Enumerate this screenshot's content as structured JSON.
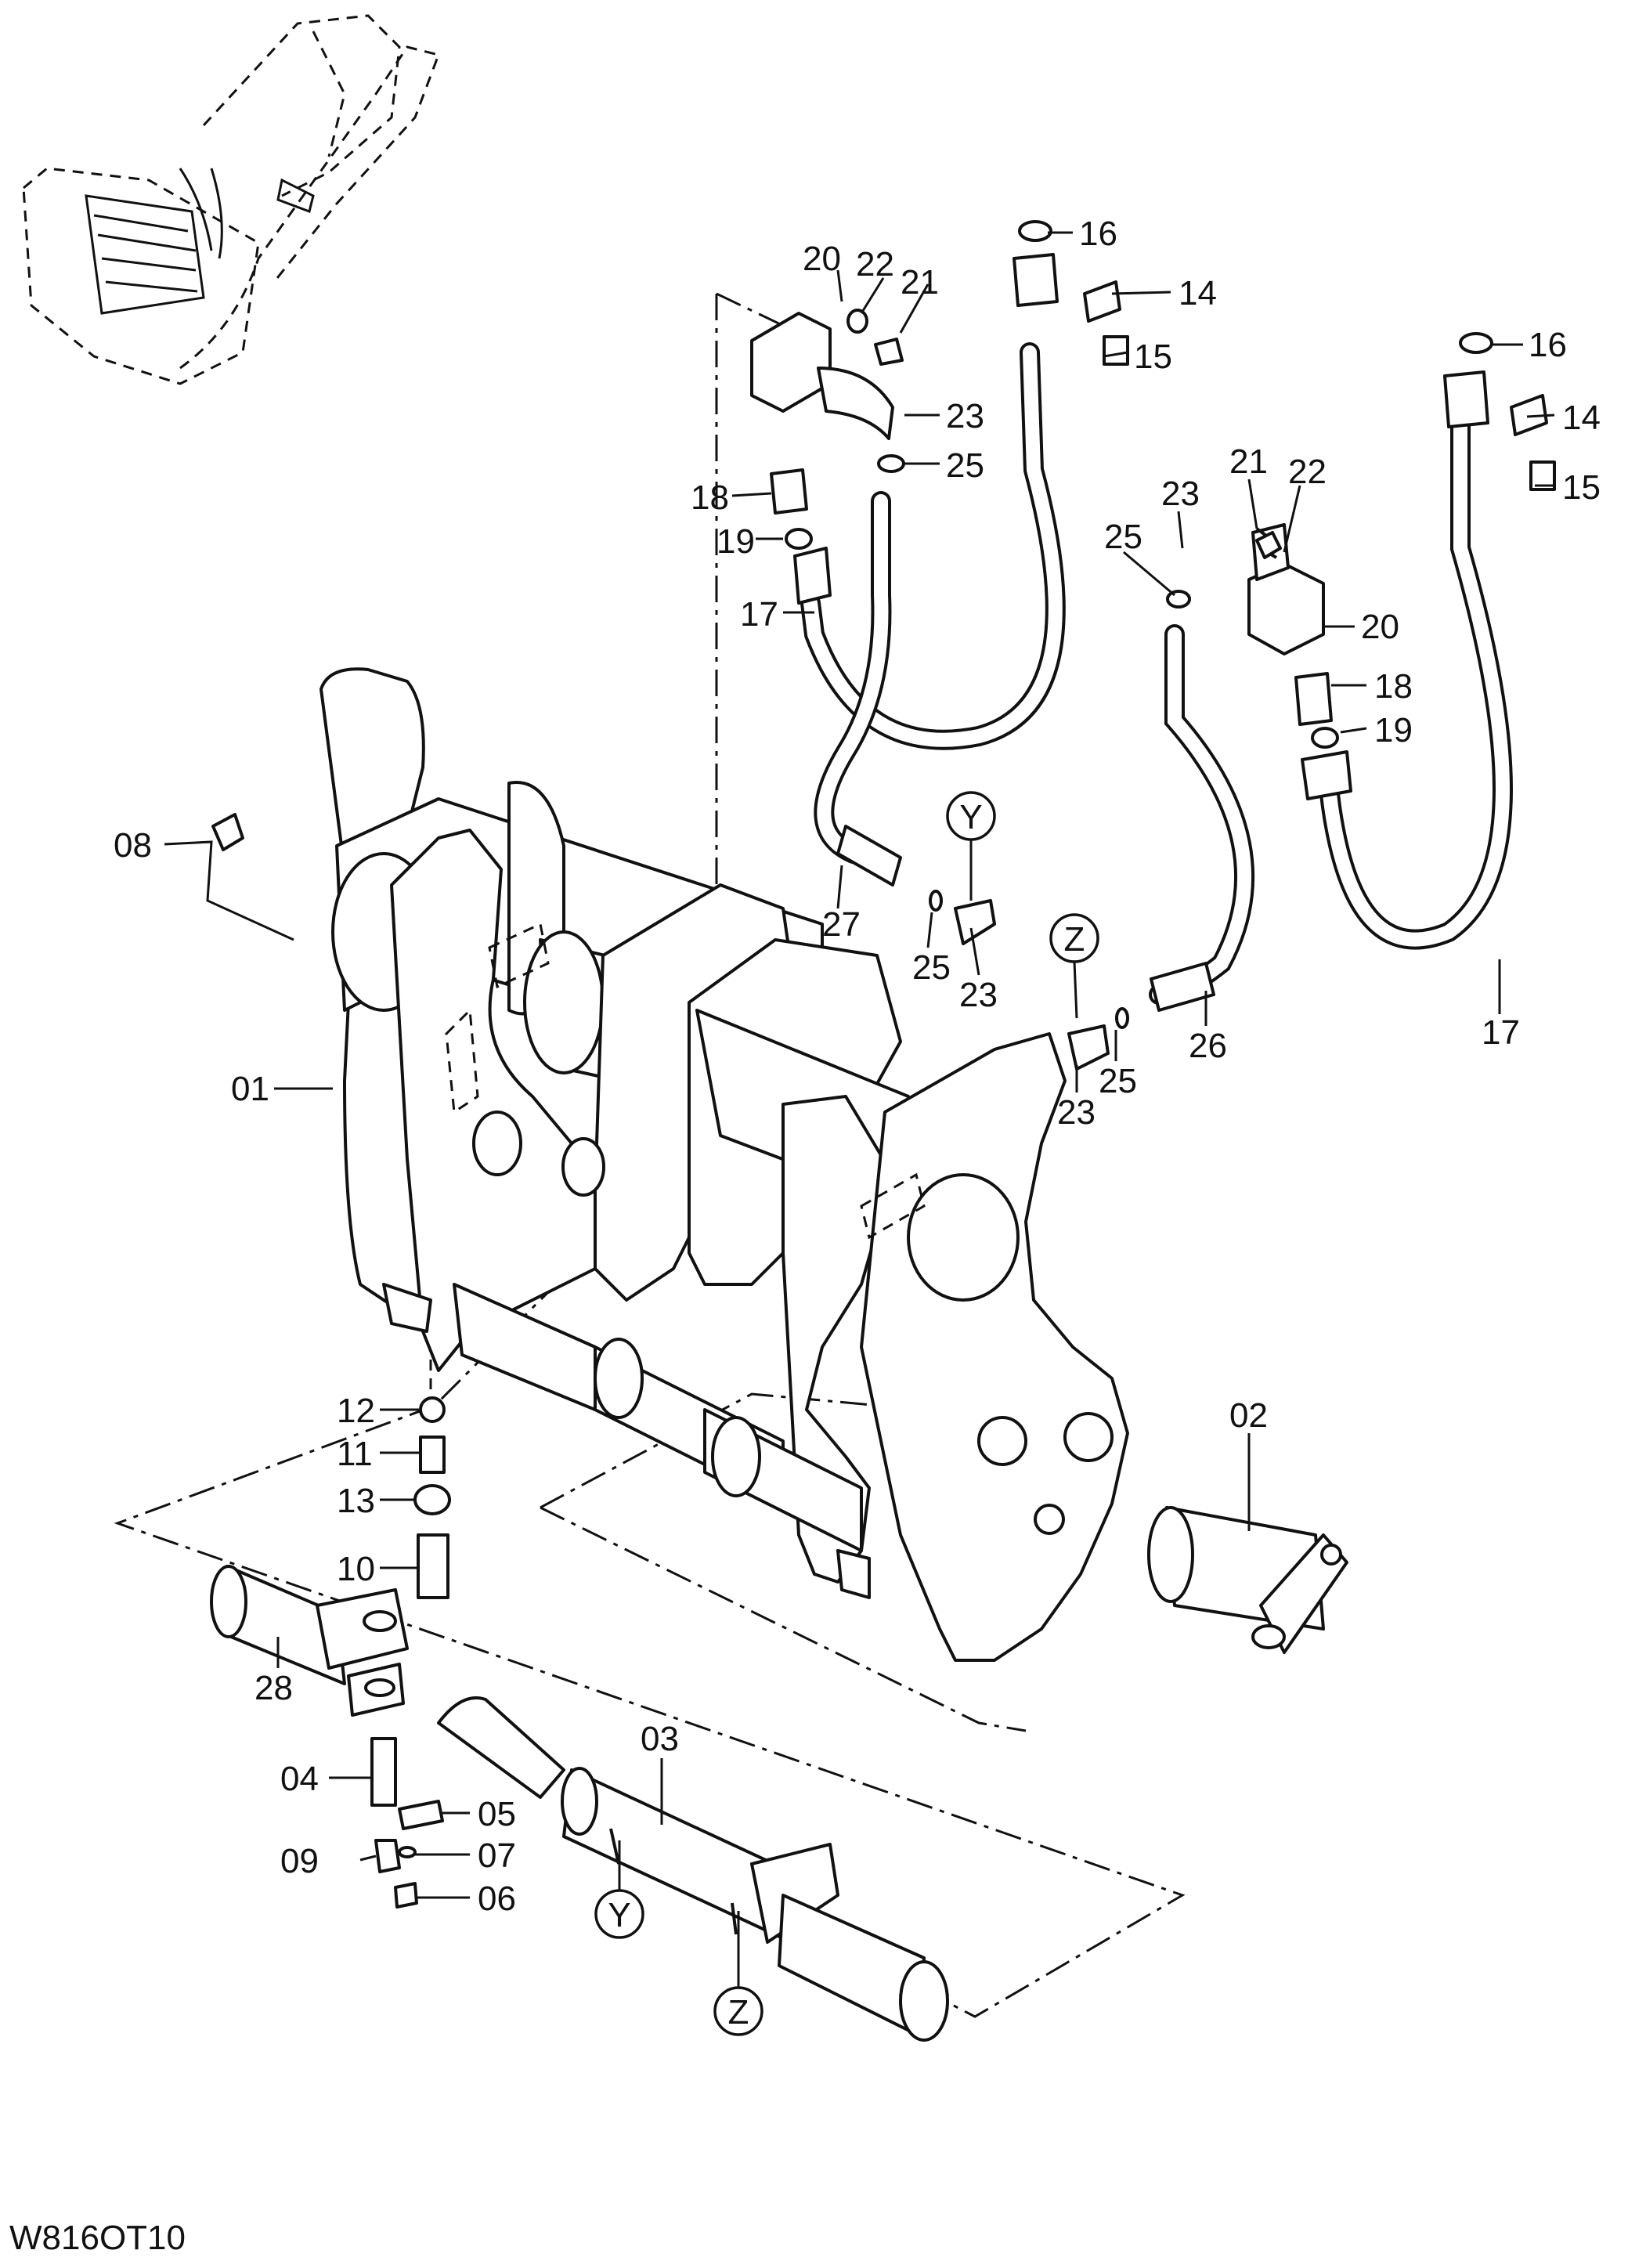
{
  "drawing_code": "W816OT10",
  "callouts": [
    {
      "id": "c16a",
      "text": "16"
    },
    {
      "id": "c14a",
      "text": "14"
    },
    {
      "id": "c15a",
      "text": "15"
    },
    {
      "id": "c20a",
      "text": "20"
    },
    {
      "id": "c22a",
      "text": "22"
    },
    {
      "id": "c21a",
      "text": "21"
    },
    {
      "id": "c23a",
      "text": "23"
    },
    {
      "id": "c25a",
      "text": "25"
    },
    {
      "id": "c18a",
      "text": "18"
    },
    {
      "id": "c19a",
      "text": "19"
    },
    {
      "id": "c17a",
      "text": "17"
    },
    {
      "id": "c16b",
      "text": "16"
    },
    {
      "id": "c14b",
      "text": "14"
    },
    {
      "id": "c15b",
      "text": "15"
    },
    {
      "id": "c21b",
      "text": "21"
    },
    {
      "id": "c22b",
      "text": "22"
    },
    {
      "id": "c23b",
      "text": "23"
    },
    {
      "id": "c25b",
      "text": "25"
    },
    {
      "id": "c20b",
      "text": "20"
    },
    {
      "id": "c18b",
      "text": "18"
    },
    {
      "id": "c19b",
      "text": "19"
    },
    {
      "id": "c17b",
      "text": "17"
    },
    {
      "id": "c08",
      "text": "08"
    },
    {
      "id": "c27",
      "text": "27"
    },
    {
      "id": "c25c",
      "text": "25"
    },
    {
      "id": "c23c",
      "text": "23"
    },
    {
      "id": "c26",
      "text": "26"
    },
    {
      "id": "c25d",
      "text": "25"
    },
    {
      "id": "c23d",
      "text": "23"
    },
    {
      "id": "c01",
      "text": "01"
    },
    {
      "id": "c12",
      "text": "12"
    },
    {
      "id": "c11",
      "text": "11"
    },
    {
      "id": "c13",
      "text": "13"
    },
    {
      "id": "c10",
      "text": "10"
    },
    {
      "id": "c02",
      "text": "02"
    },
    {
      "id": "c28",
      "text": "28"
    },
    {
      "id": "c03",
      "text": "03"
    },
    {
      "id": "c04",
      "text": "04"
    },
    {
      "id": "c05",
      "text": "05"
    },
    {
      "id": "c07",
      "text": "07"
    },
    {
      "id": "c09",
      "text": "09"
    },
    {
      "id": "c06",
      "text": "06"
    }
  ],
  "view_markers": [
    {
      "id": "yTop",
      "text": "Y"
    },
    {
      "id": "zTop",
      "text": "Z"
    },
    {
      "id": "yBottom",
      "text": "Y"
    },
    {
      "id": "zBottom",
      "text": "Z"
    }
  ]
}
